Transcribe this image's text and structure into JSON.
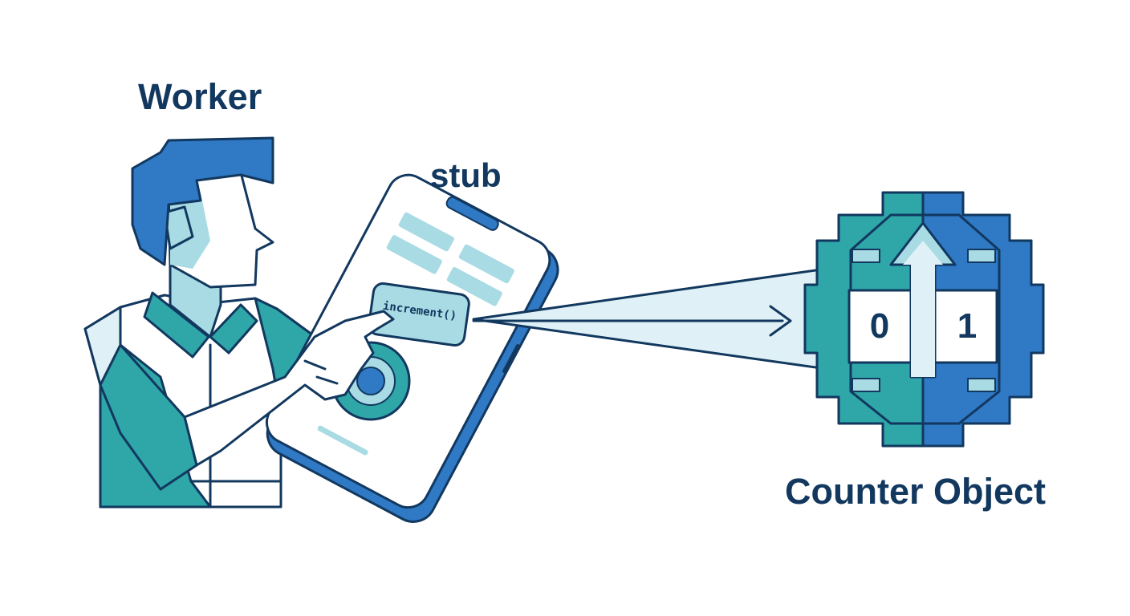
{
  "labels": {
    "worker": "Worker",
    "stub": "stub",
    "counter": "Counter Object"
  },
  "phone": {
    "method_call": "increment()"
  },
  "counter": {
    "old_value": "0",
    "new_value": "1"
  },
  "icons": {
    "worker": "person-icon",
    "stub": "smartphone-icon",
    "counter": "octagon-counter-icon",
    "call_arrow": "right-arrow-icon",
    "increment_arrow": "up-arrow-icon"
  },
  "colors": {
    "outline": "#12385f",
    "blue": "#2f79c5",
    "teal": "#2fa6a8",
    "light_teal": "#a8dbe3",
    "pale": "#dff1f6"
  }
}
